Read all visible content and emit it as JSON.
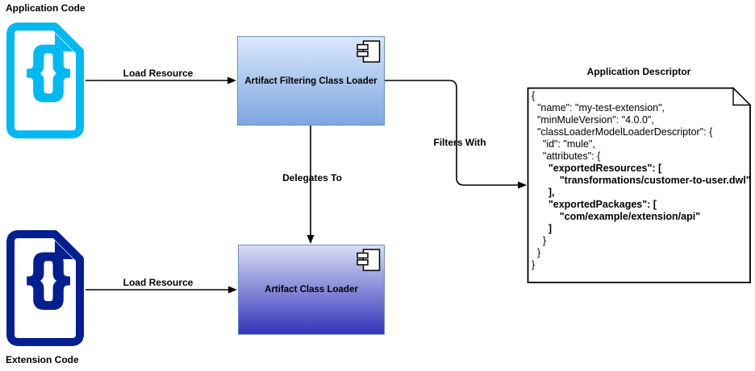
{
  "diagram": {
    "background": "#ffffff",
    "connector_color": "#000000"
  },
  "nodes": {
    "application_code": {
      "label": "Application Code",
      "icon": "code-file-icon",
      "color": "#00b9f2"
    },
    "extension_code": {
      "label": "Extension Code",
      "icon": "code-file-icon",
      "color": "#041f90"
    },
    "artifact_filtering_class_loader": {
      "label": "Artifact Filtering Class Loader",
      "type": "uml-component",
      "fill_top": "#dae8fc",
      "fill_bottom": "#7ea6e0",
      "border": "#6c8ebf"
    },
    "artifact_class_loader": {
      "label": "Artifact Class Loader",
      "type": "uml-component",
      "fill_top": "#d9def5",
      "fill_bottom": "#3434bb",
      "border": "#6c8ebf"
    },
    "application_descriptor": {
      "title": "Application Descriptor",
      "type": "note",
      "lines": [
        {
          "text": "{",
          "bold": false
        },
        {
          "text": "  \"name\": \"my-test-extension\",",
          "bold": false
        },
        {
          "text": "  \"minMuleVersion\": \"4.0.0\",",
          "bold": false
        },
        {
          "text": "  \"classLoaderModelLoaderDescriptor\": {",
          "bold": false
        },
        {
          "text": "    \"id\": \"mule\",",
          "bold": false
        },
        {
          "text": "    \"attributes\": {",
          "bold": false
        },
        {
          "text": "      \"exportedResources\": [",
          "bold": true
        },
        {
          "text": "          \"transformations/customer-to-user.dwl\"",
          "bold": true
        },
        {
          "text": "      ],",
          "bold": true
        },
        {
          "text": "      \"exportedPackages\": [",
          "bold": true
        },
        {
          "text": "          \"com/example/extension/api\"",
          "bold": true
        },
        {
          "text": "      ]",
          "bold": true
        },
        {
          "text": "    }",
          "bold": false
        },
        {
          "text": "  }",
          "bold": false
        },
        {
          "text": "}",
          "bold": false
        }
      ]
    }
  },
  "edges": [
    {
      "id": "load-resource-app",
      "label": "Load Resource",
      "from": "application_code",
      "to": "artifact_filtering_class_loader"
    },
    {
      "id": "delegates-to",
      "label": "Delegates To",
      "from": "artifact_filtering_class_loader",
      "to": "artifact_class_loader"
    },
    {
      "id": "load-resource-ext",
      "label": "Load Resource",
      "from": "extension_code",
      "to": "artifact_class_loader"
    },
    {
      "id": "filters-with",
      "label": "Filters With",
      "from": "artifact_filtering_class_loader",
      "to": "application_descriptor"
    }
  ]
}
